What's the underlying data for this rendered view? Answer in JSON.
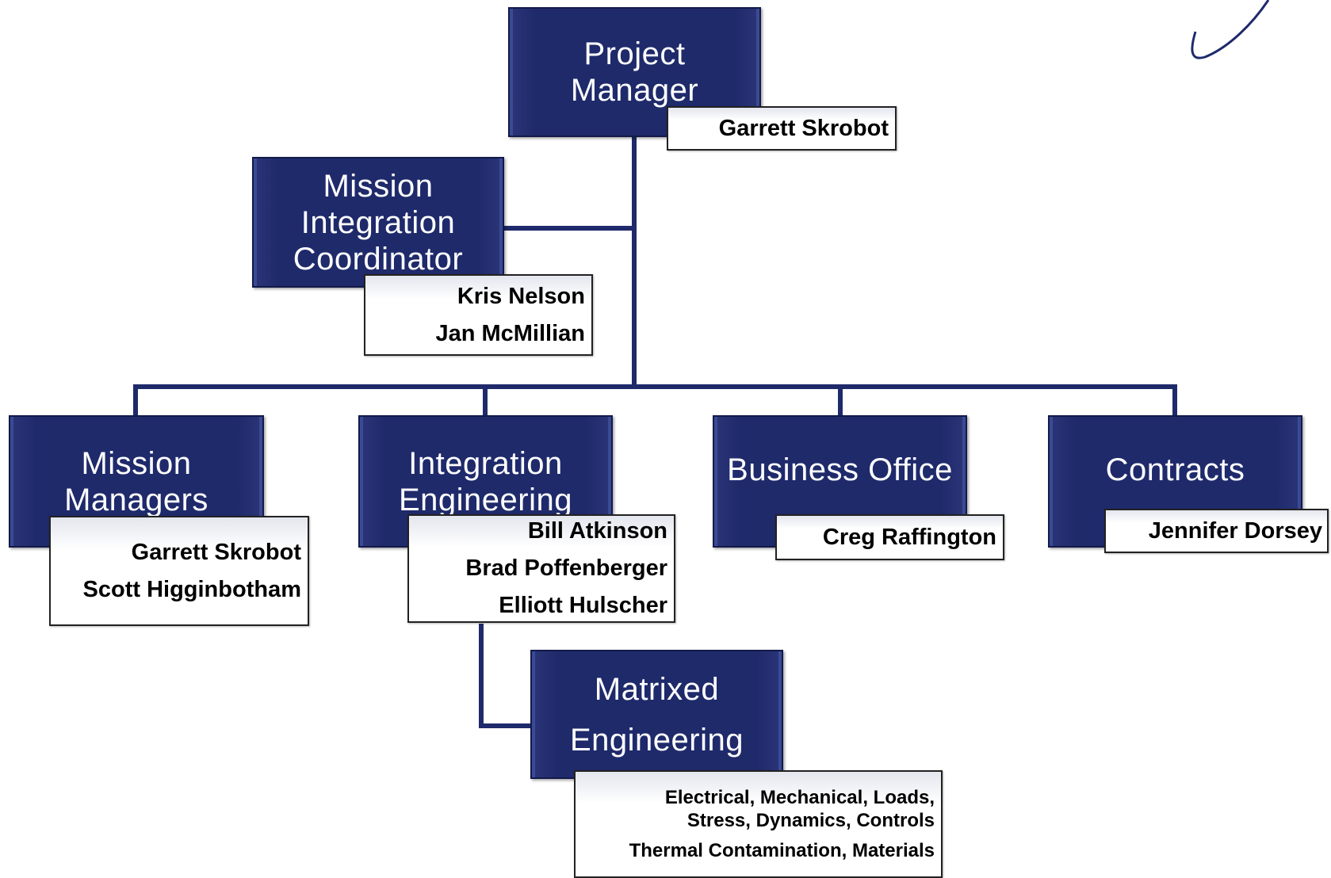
{
  "nodes": {
    "project_manager": {
      "title": [
        "Project",
        "Manager"
      ],
      "names": [
        "Garrett Skrobot"
      ]
    },
    "mission_integration_coordinator": {
      "title": [
        "Mission",
        "Integration",
        "Coordinator"
      ],
      "names": [
        "Kris Nelson",
        "Jan McMillian"
      ]
    },
    "mission_managers": {
      "title": [
        "Mission",
        "Managers"
      ],
      "names": [
        "Garrett Skrobot",
        "Scott Higginbotham"
      ]
    },
    "integration_engineering": {
      "title": [
        "Integration",
        "Engineering"
      ],
      "names": [
        "Bill Atkinson",
        "Brad Poffenberger",
        "Elliott Hulscher"
      ]
    },
    "business_office": {
      "title": [
        "Business Office"
      ],
      "names": [
        "Creg Raffington"
      ]
    },
    "contracts": {
      "title": [
        "Contracts"
      ],
      "names": [
        "Jennifer Dorsey"
      ]
    },
    "matrixed_engineering": {
      "title": [
        "Matrixed",
        "Engineering"
      ],
      "names": [
        "Electrical, Mechanical, Loads,",
        "Stress, Dynamics, Controls",
        "Thermal Contamination, Materials"
      ]
    }
  },
  "colors": {
    "box_fill": "#1f2a6b",
    "connector": "#1f2a6b",
    "name_box_border": "#222222"
  }
}
